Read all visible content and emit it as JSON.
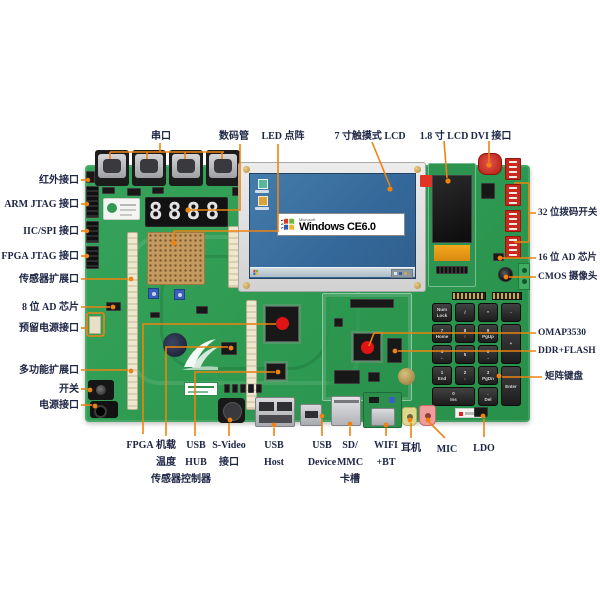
{
  "title": "OMAP3530 development board annotated diagram",
  "colors": {
    "pcb_green": "#2f9b52",
    "callout_orange": "#ee8312",
    "label_text": "#1d2544",
    "screen_blue": "#3a6f9f",
    "marker_red": "#e01414",
    "dip_switch_red": "#c8281e"
  },
  "screen": {
    "brand": "Microsoft",
    "os": "Windows CE6.0"
  },
  "display": {
    "seven_segment": "8888"
  },
  "keypad": {
    "keys": [
      "Num\nLock",
      "/",
      "*",
      "-",
      "7\nHome",
      "8\n↑",
      "9\nPgUp",
      "+",
      "4\n←",
      "5",
      "6\n→",
      "1\nEnd",
      "2\n↓",
      "3\nPgDn",
      "Enter",
      "0\nIns",
      ".\nDel"
    ]
  },
  "callouts": {
    "serial": "串口",
    "sevenseg": "数码管",
    "ledmatrix": "LED 点阵",
    "lcd7": "7 寸触摸式 LCD",
    "lcd18": "1.8 寸 LCD",
    "dvi": "DVI 接口",
    "ir": "红外接口",
    "armjtag": "ARM JTAG 接口",
    "iicspi": "IIC/SPI 接口",
    "fpgajtag": "FPGA JTAG 接口",
    "sensor": "传感器扩展口",
    "ad8": "8 位 AD 芯片",
    "reservepwr": "预留电源接口",
    "multi": "多功能扩展口",
    "switch": "开关",
    "power": "电源接口",
    "dip32": "32 位拨码开关",
    "ad16": "16 位 AD 芯片",
    "cmos": "CMOS 摄像头",
    "omap": "OMAP3530",
    "ddr": "DDR+FLASH",
    "matrixkey": "矩阵键盘",
    "fpga": "FPGA",
    "tempsensor": "机载\n温度\n传感器",
    "usbhub": "USB\nHUB\n控制器",
    "svideo": "S-Video\n接口",
    "usbhost": "USB\nHost",
    "usbdevice": "USB\nDevice",
    "sdmmc": "SD/\nMMC\n卡槽",
    "wifibt": "WIFI\n+BT",
    "earphone": "耳机",
    "mic": "MIC",
    "ldo": "LDO"
  }
}
